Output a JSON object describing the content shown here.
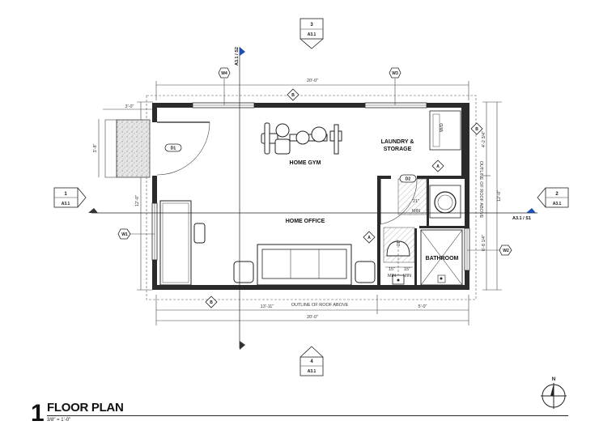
{
  "drawing": {
    "title_number": "1",
    "title": "FLOOR PLAN",
    "scale": "3/8\" = 1'-0\""
  },
  "rooms": {
    "home_gym": "HOME GYM",
    "home_office": "HOME OFFICE",
    "laundry_line1": "LAUNDRY &",
    "laundry_line2": "STORAGE",
    "bathroom": "BATHROOM"
  },
  "section_markers": {
    "top": {
      "number": "3",
      "sheet": "A3.1"
    },
    "bottom": {
      "number": "4",
      "sheet": "A3.1"
    },
    "left": {
      "number": "1",
      "sheet": "A3.1"
    },
    "right": {
      "number": "2",
      "sheet": "A3.1"
    }
  },
  "callouts": {
    "vertical_section": "A3.1 / S2",
    "horizontal_section": "A3.1 / S1"
  },
  "tags": {
    "windows": [
      "W1",
      "W2",
      "W3",
      "W4"
    ],
    "doors": [
      "D1",
      "D2"
    ],
    "wall_type_a": "A",
    "wall_type_b": "B"
  },
  "dimensions": {
    "overall_top": "20'-0\"",
    "overall_bottom": "20'-0\"",
    "bottom_left": "13'-11\"",
    "bottom_right": "5'-0\"",
    "left_height": "12'-0\"",
    "right_height": "12'-0\"",
    "right_upper": "4'-2 3/4\"",
    "right_lower": "6'-8 1/4\"",
    "porch_width": "3'-0\"",
    "porch_depth": "3'-8\"",
    "bath_a": "21\"",
    "bath_b": "21\"",
    "bath_c": "15\"",
    "bath_d": "15\"",
    "min_1": "MIN",
    "min_2": "MIN",
    "min_3": "MIN"
  },
  "notes": {
    "roof_bottom": "OUTLINE OF ROOF ABOVE",
    "roof_right": "OUTLINE OF ROOF ABOVE"
  },
  "appliances": {
    "washer_dryer": "W/D"
  },
  "north": "N"
}
